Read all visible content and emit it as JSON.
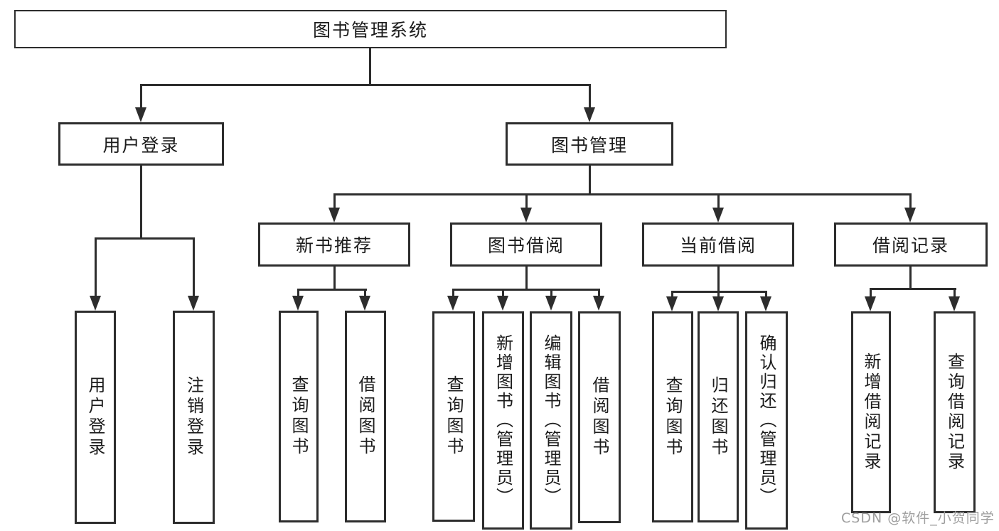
{
  "colors": {
    "line": "#2d2d2d",
    "background": "#ffffff",
    "box_fill": "#ffffff",
    "text": "#1c1c1c",
    "watermark": "#9e9e9e"
  },
  "tree": {
    "root": {
      "label": "图书管理系统",
      "children": [
        {
          "label": "用户登录",
          "children": [
            {
              "label": "用户登录"
            },
            {
              "label": "注销登录"
            }
          ]
        },
        {
          "label": "图书管理",
          "children": [
            {
              "label": "新书推荐",
              "children": [
                {
                  "label": "查询图书"
                },
                {
                  "label": "借阅图书"
                }
              ]
            },
            {
              "label": "图书借阅",
              "children": [
                {
                  "label": "查询图书"
                },
                {
                  "label": "新增图书（管理员）"
                },
                {
                  "label": "编辑图书（管理员）"
                },
                {
                  "label": "借阅图书"
                }
              ]
            },
            {
              "label": "当前借阅",
              "children": [
                {
                  "label": "查询图书"
                },
                {
                  "label": "归还图书"
                },
                {
                  "label": "确认归还（管理员）"
                }
              ]
            },
            {
              "label": "借阅记录",
              "children": [
                {
                  "label": "新增借阅记录"
                },
                {
                  "label": "查询借阅记录"
                }
              ]
            }
          ]
        }
      ]
    }
  },
  "watermark": {
    "text": "CSDN @软件_小贺同学"
  }
}
